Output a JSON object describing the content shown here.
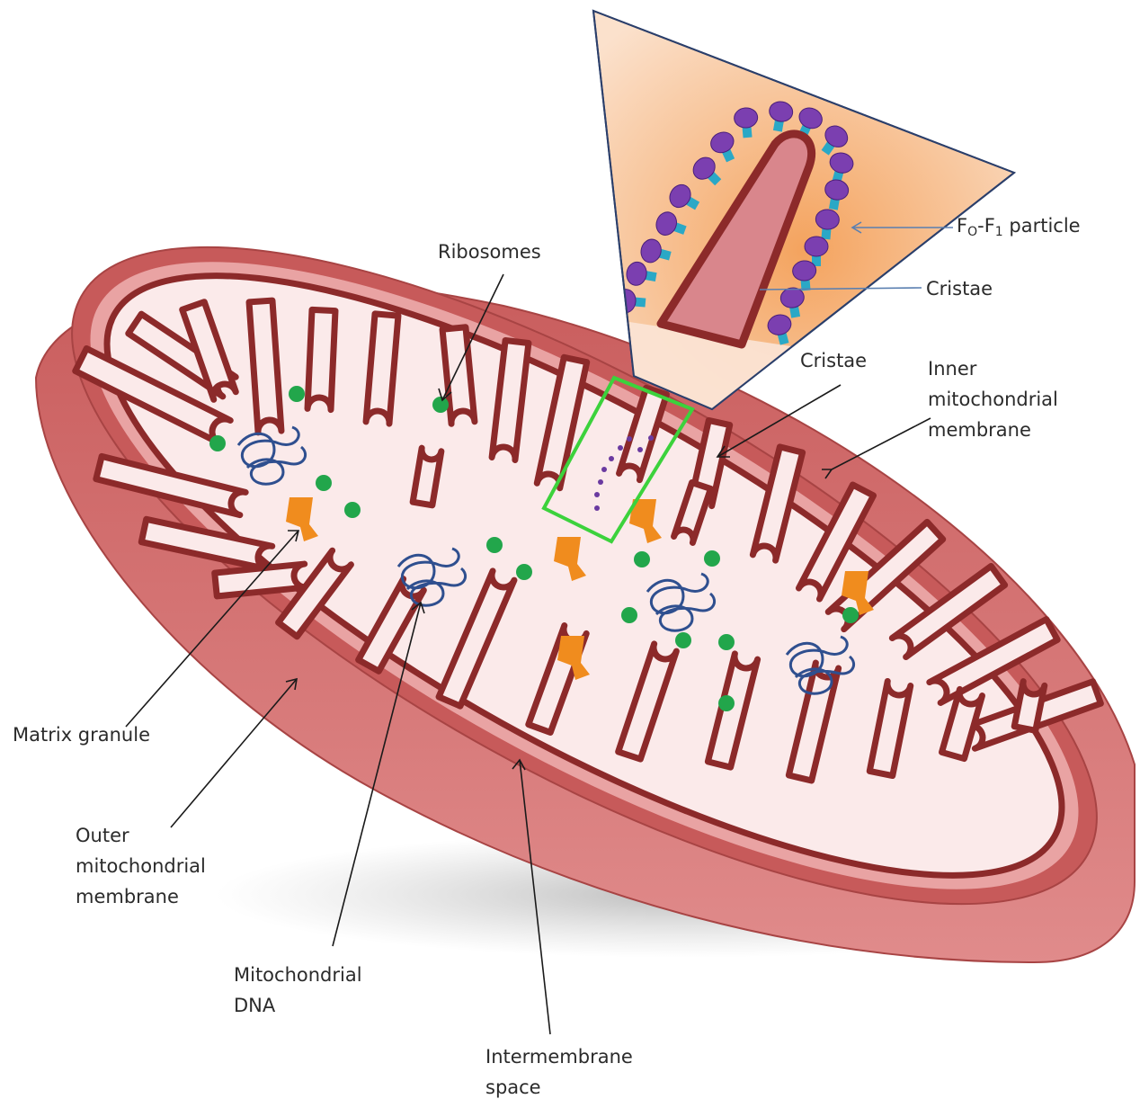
{
  "labels": {
    "ribosomes": "Ribosomes",
    "fo_f1": {
      "f_main": "F",
      "sub_o": "O",
      "dash": "-F",
      "sub_1": "1",
      "rest": " particle"
    },
    "cristae_inset": "Cristae",
    "cristae": "Cristae",
    "inner_membrane": [
      "Inner",
      "mitochondrial",
      "membrane"
    ],
    "matrix_granule": "Matrix granule",
    "outer_membrane": [
      "Outer",
      "mitochondrial",
      "membrane"
    ],
    "mito_dna": [
      "Mitochondrial",
      "DNA"
    ],
    "intermembrane": [
      "Intermembrane",
      "space"
    ]
  },
  "colors": {
    "outer_shell": "#d26a6a",
    "outer_rim": "#b94a4a",
    "crista_fill": "#8c2a2a",
    "matrix": "#fbeaea",
    "ribosome": "#22a64b",
    "granule": "#f08c1e",
    "dna": "#2f4f8f",
    "inset_bg": "#f7c08c",
    "atp_head": "#7b3fb0",
    "atp_stalk": "#2aa8c6",
    "highlight_box": "#3cd23c",
    "pointer": "#1a1a1a"
  }
}
